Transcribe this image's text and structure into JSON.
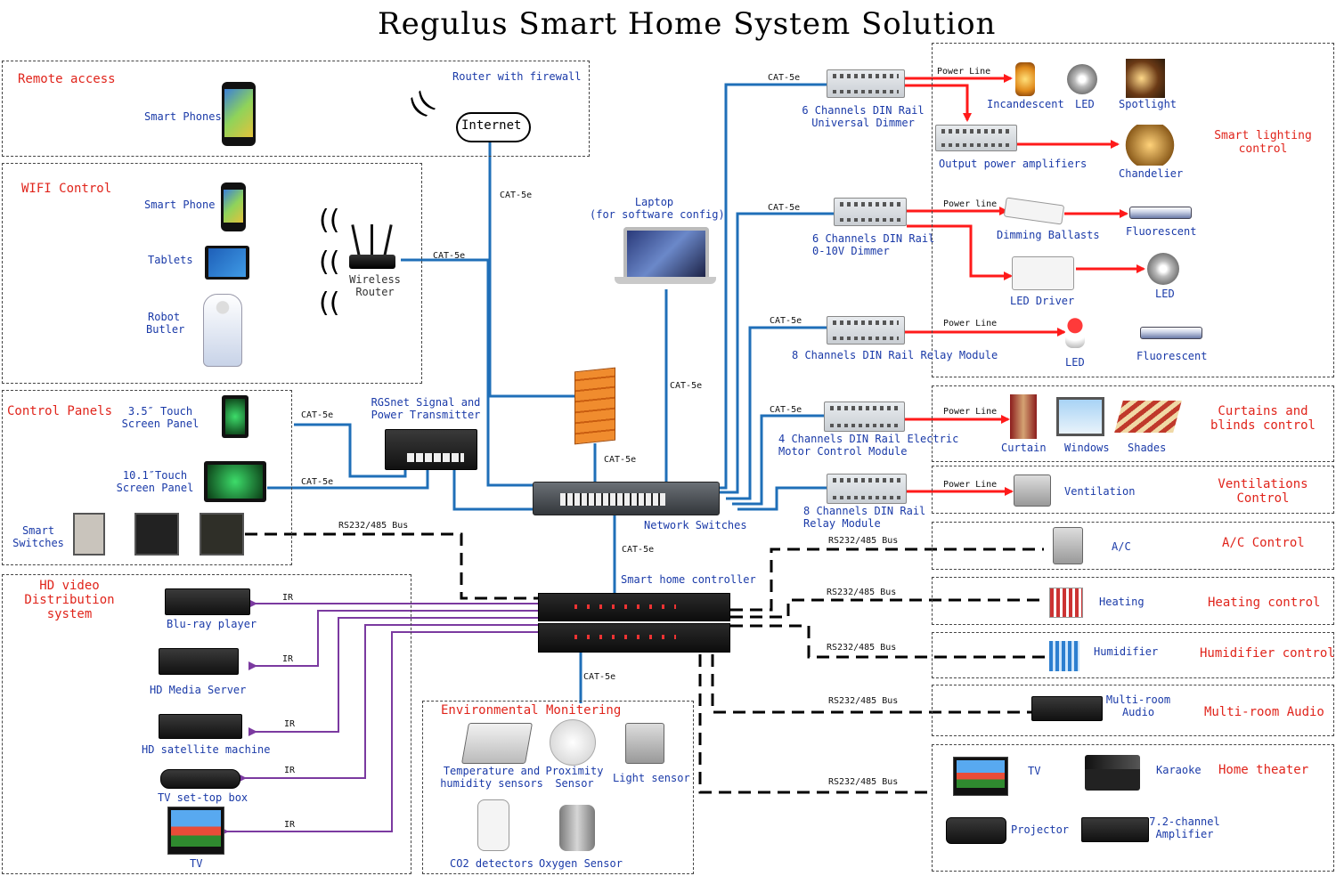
{
  "title": "Regulus Smart Home System Solution",
  "sections": {
    "remote": "Remote access",
    "wifi": "WIFI Control",
    "panels": "Control Panels",
    "video": [
      "HD video",
      "Distribution",
      "system"
    ],
    "env": "Environmental Monitering",
    "lighting": [
      "Smart lighting",
      "control"
    ],
    "curtains": [
      "Curtains and",
      "blinds control"
    ],
    "vent": [
      "Ventilations",
      "Control"
    ],
    "ac": "A/C Control",
    "heating": "Heating control",
    "humid": "Humidifier control",
    "audio": "Multi-room Audio",
    "theater": "Home theater"
  },
  "labels": {
    "router_fw": "Router with firewall",
    "internet": "Internet",
    "smart_phones": "Smart Phones",
    "smart_phone": "Smart Phone",
    "tablets": "Tablets",
    "robot": [
      "Robot",
      "Butler"
    ],
    "wireless_router": [
      "Wireless",
      "Router"
    ],
    "laptop": [
      "Laptop",
      "(for software config)"
    ],
    "touch35": [
      "3.5″ Touch",
      "Screen Panel"
    ],
    "touch10": [
      "10.1″Touch",
      "Screen Panel"
    ],
    "smart_switches": [
      "Smart",
      "Switches"
    ],
    "rgsnet": [
      "RGSnet Signal and",
      "Power Transmitter"
    ],
    "network_switches": "Network Switches",
    "controller": "Smart home controller",
    "dimmer6": [
      "6 Channels DIN Rail",
      "Universal Dimmer"
    ],
    "output_amp": "Output power amplifiers",
    "dimmer010": [
      "6 Channels DIN Rail",
      "0-10V Dimmer"
    ],
    "relay8": "8 Channels DIN Rail Relay Module",
    "motor4": [
      "4 Channels DIN Rail Electric",
      "Motor Control Module"
    ],
    "relay8b": [
      "8 Channels DIN Rail",
      "Relay Module"
    ],
    "incandescent": "Incandescent",
    "led": "LED",
    "spotlight": "Spotlight",
    "chandelier": "Chandelier",
    "dimming_ballasts": "Dimming Ballasts",
    "fluorescent": "Fluorescent",
    "led_driver": "LED Driver",
    "curtain": "Curtain",
    "windows": "Windows",
    "shades": "Shades",
    "ventilation": "Ventilation",
    "ac": "A/C",
    "heating": "Heating",
    "humidifier": "Humidifier",
    "multiroom_audio": [
      "Multi-room",
      "Audio"
    ],
    "tv": "TV",
    "karaoke": "Karaoke",
    "projector": "Projector",
    "amp72": [
      "7.2-channel",
      "Amplifier"
    ],
    "bluray": "Blu-ray player",
    "media_server": "HD Media Server",
    "satellite": "HD satellite machine",
    "settop": "TV set-top box",
    "temp_hum": [
      "Temperature and",
      "humidity sensors"
    ],
    "proximity": [
      "Proximity",
      "Sensor"
    ],
    "light_sensor": "Light sensor",
    "co2": "CO2 detectors",
    "oxygen": "Oxygen Sensor"
  },
  "wires": {
    "cat5e": "CAT-5e",
    "power_line": "Power Line",
    "power_line_lc": "Power line",
    "rs": "RS232/485 Bus",
    "ir": "IR"
  },
  "colors": {
    "cat5e": "#1f6fb8",
    "power": "#ff1a1a",
    "ir": "#7b3aa0",
    "bus": "#000000",
    "section_title": "#e0241b",
    "label": "#1a3aa8"
  }
}
